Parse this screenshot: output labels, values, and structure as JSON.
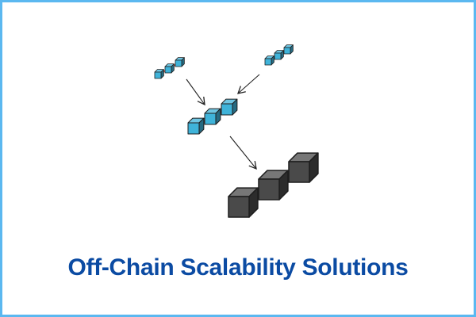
{
  "title": "Off-Chain Scalability Solutions",
  "colors": {
    "border": "#5bb8f0",
    "title": "#0b4ba3",
    "small_block": "#3fb3d9",
    "link": "#e8604c",
    "large_block": "#4a4a4a"
  },
  "diagram": {
    "nodes": [
      {
        "id": "side-chain-left",
        "kind": "small-blockchain",
        "blocks": 3
      },
      {
        "id": "side-chain-right",
        "kind": "small-blockchain",
        "blocks": 3
      },
      {
        "id": "merged-chain",
        "kind": "medium-blockchain",
        "blocks": 3
      },
      {
        "id": "main-chain",
        "kind": "large-blockchain",
        "blocks": 3
      }
    ],
    "edges": [
      {
        "from": "side-chain-left",
        "to": "merged-chain"
      },
      {
        "from": "side-chain-right",
        "to": "merged-chain"
      },
      {
        "from": "merged-chain",
        "to": "main-chain"
      }
    ]
  }
}
